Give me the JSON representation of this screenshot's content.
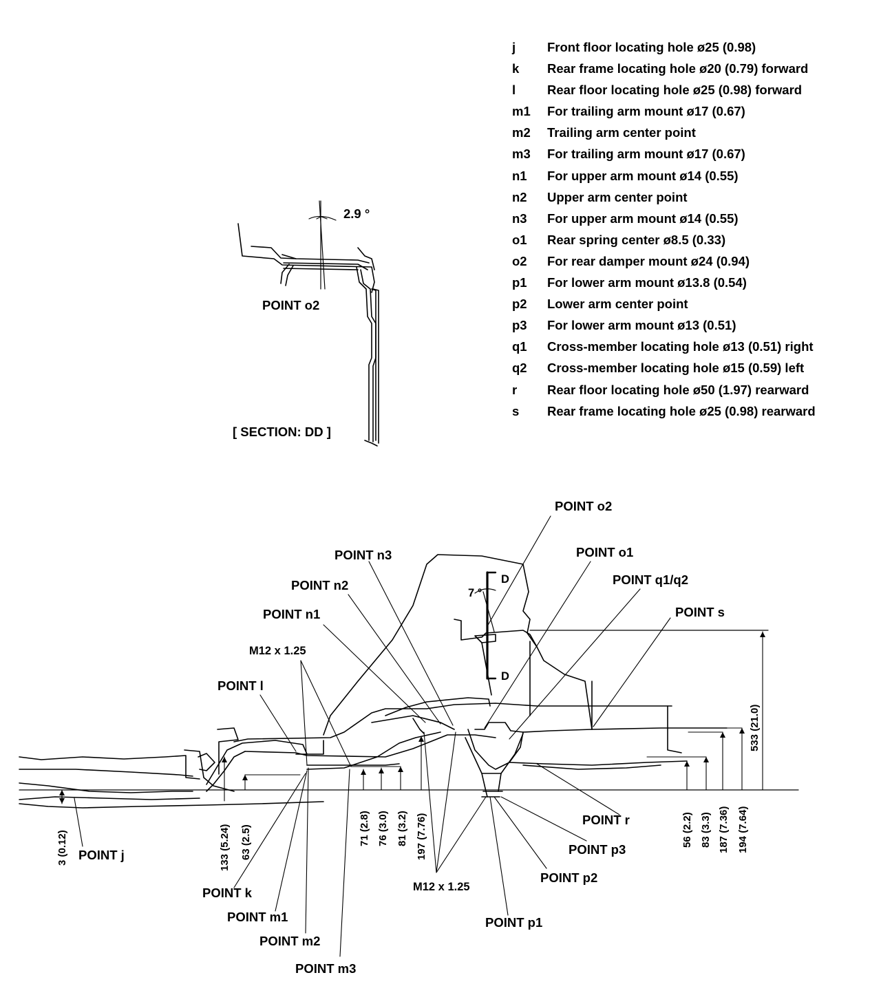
{
  "legend": [
    {
      "key": "j",
      "desc": "Front floor locating hole ø25 (0.98)"
    },
    {
      "key": "k",
      "desc": "Rear frame locating hole ø20 (0.79) forward"
    },
    {
      "key": "l",
      "desc": "Rear floor locating hole ø25 (0.98) forward"
    },
    {
      "key": "m1",
      "desc": "For trailing arm mount ø17 (0.67)"
    },
    {
      "key": "m2",
      "desc": "Trailing arm center point"
    },
    {
      "key": "m3",
      "desc": "For trailing arm mount ø17 (0.67)"
    },
    {
      "key": "n1",
      "desc": "For upper arm mount ø14 (0.55)"
    },
    {
      "key": "n2",
      "desc": "Upper arm center point"
    },
    {
      "key": "n3",
      "desc": "For upper arm mount ø14 (0.55)"
    },
    {
      "key": "o1",
      "desc": "Rear spring center ø8.5 (0.33)"
    },
    {
      "key": "o2",
      "desc": "For rear damper mount ø24 (0.94)"
    },
    {
      "key": "p1",
      "desc": "For lower arm mount ø13.8 (0.54)"
    },
    {
      "key": "p2",
      "desc": "Lower arm center point"
    },
    {
      "key": "p3",
      "desc": "For lower arm mount ø13 (0.51)"
    },
    {
      "key": "q1",
      "desc": "Cross-member locating hole ø13 (0.51) right"
    },
    {
      "key": "q2",
      "desc": "Cross-member locating hole ø15 (0.59) left"
    },
    {
      "key": "r",
      "desc": "Rear floor locating hole ø50 (1.97) rearward"
    },
    {
      "key": "s",
      "desc": "Rear frame locating hole ø25 (0.98) rearward"
    }
  ],
  "section": {
    "angle": "2.9 °",
    "point_label": "POINT o2",
    "caption": "[ SECTION: DD ]"
  },
  "main": {
    "section_marker": "D",
    "angle": "7 °",
    "thread_spec": "M12 x 1.25",
    "points": {
      "o2": "POINT o2",
      "o1": "POINT o1",
      "q1q2": "POINT q1/q2",
      "s": "POINT s",
      "n3": "POINT n3",
      "n2": "POINT n2",
      "n1": "POINT n1",
      "l": "POINT l",
      "j": "POINT j",
      "k": "POINT k",
      "m1": "POINT m1",
      "m2": "POINT m2",
      "m3": "POINT m3",
      "r": "POINT r",
      "p3": "POINT p3",
      "p2": "POINT p2",
      "p1": "POINT p1"
    },
    "dimensions": {
      "d3": "3 (0.12)",
      "d133": "133 (5.24)",
      "d63": "63 (2.5)",
      "d71": "71 (2.8)",
      "d76": "76 (3.0)",
      "d81": "81 (3.2)",
      "d197": "197 (7.76)",
      "d56": "56 (2.2)",
      "d83": "83 (3.3)",
      "d187": "187 (7.36)",
      "d194": "194 (7.64)",
      "d533": "533 (21.0)"
    }
  }
}
